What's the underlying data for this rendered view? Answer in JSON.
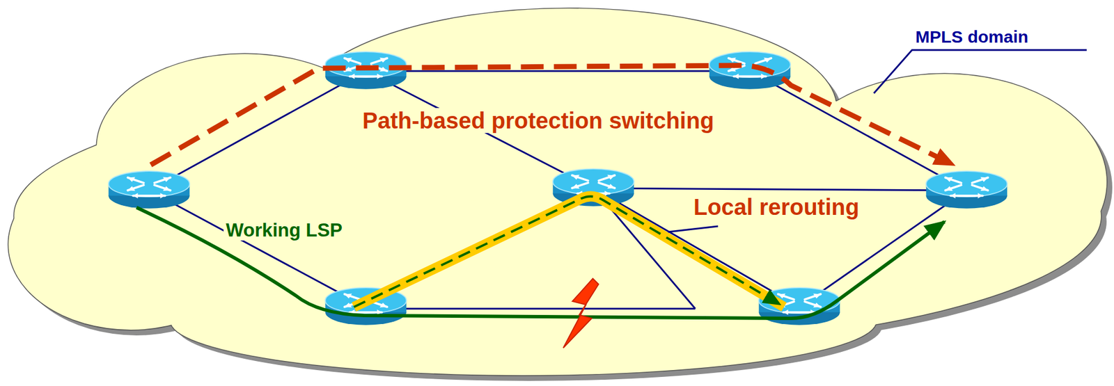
{
  "diagram": {
    "labels": [
      "MPLS domain",
      "Path-based protection switching",
      "Local rerouting",
      "Working LSP"
    ]
  }
}
